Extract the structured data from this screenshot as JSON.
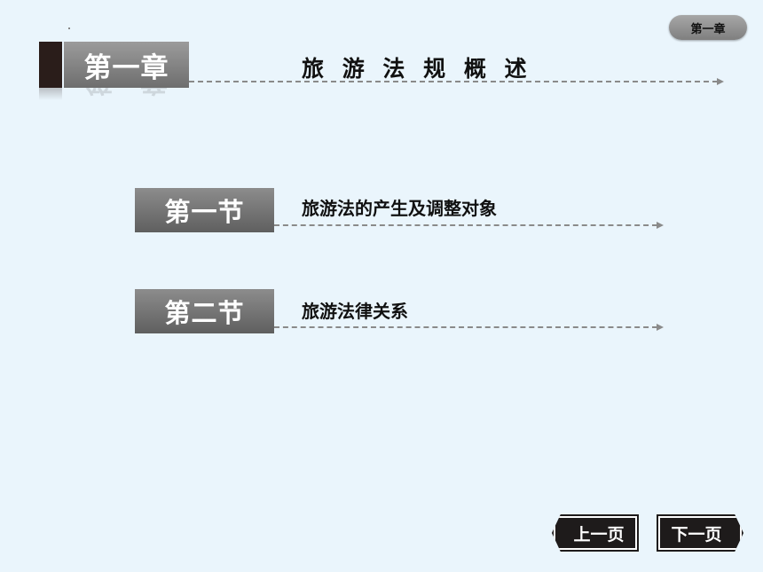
{
  "top_badge": {
    "label": "第一章"
  },
  "chapter": {
    "label": "第一章",
    "title": "旅 游 法 规 概 述"
  },
  "sections": [
    {
      "label": "第一节",
      "title": "旅游法的产生及调整对象"
    },
    {
      "label": "第二节",
      "title": "旅游法律关系"
    }
  ],
  "nav": {
    "prev_label": "上一页",
    "next_label": "下一页"
  },
  "colors": {
    "background": "#eaf5fc",
    "box_gray": "#7a7a7a",
    "dark": "#2a1d1a",
    "dash": "#8a8a8a"
  }
}
